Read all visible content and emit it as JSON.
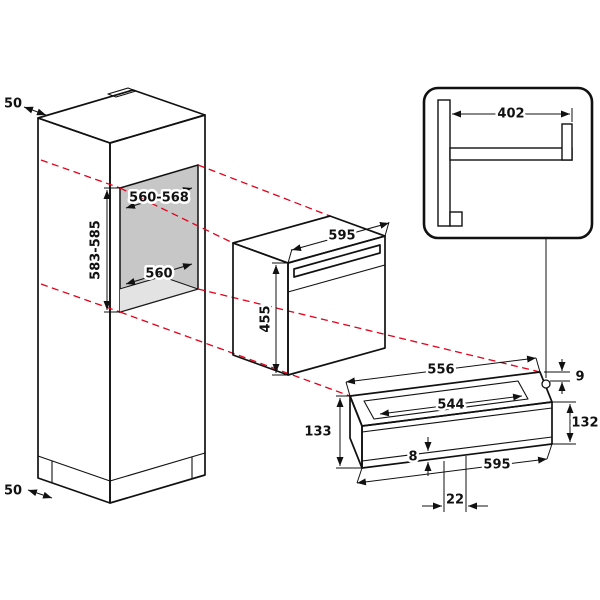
{
  "diagram": {
    "type": "built-in-oven-installation-dimensions",
    "colors": {
      "outline": "#111111",
      "projection_line": "#e2001a",
      "niche_fill": "#c7c7c7",
      "niche_floor": "#e3e3e3"
    },
    "dims": {
      "top_clearance": "50",
      "plinth_clearance": "50",
      "niche_width": "560-568",
      "niche_height": "583-585",
      "niche_depth": "560",
      "oven_width": "595",
      "oven_height": "455",
      "drawer_cutout_width": "556",
      "drawer_inner_width": "544",
      "drawer_niche_height": "133",
      "drawer_top_gap": "9",
      "drawer_front_height": "132",
      "drawer_bottom_gap": "8",
      "drawer_width": "595",
      "drawer_front_offset": "22",
      "detail_recess_depth": "402"
    }
  }
}
